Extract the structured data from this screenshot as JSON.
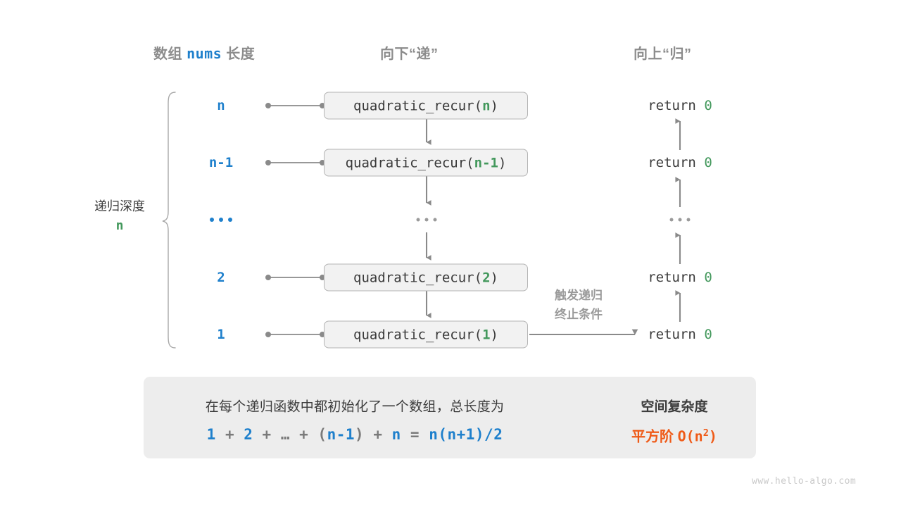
{
  "page": {
    "watermark": "www.hello-algo.com"
  },
  "headers": {
    "left_prefix": "数组 ",
    "left_code": "nums",
    "left_suffix": " 长度",
    "middle": "向下“递”",
    "right": "向上“归”"
  },
  "depth": {
    "title": "递归深度",
    "value": "n"
  },
  "rows": [
    {
      "length": "n",
      "fn_prefix": "quadratic_recur(",
      "fn_arg": "n",
      "fn_suffix": ")",
      "ret_prefix": "return ",
      "ret_value": "0"
    },
    {
      "length": "n-1",
      "fn_prefix": "quadratic_recur(",
      "fn_arg": "n-1",
      "fn_suffix": ")",
      "ret_prefix": "return ",
      "ret_value": "0"
    },
    {
      "length": "...",
      "fn_prefix": "...",
      "fn_arg": "",
      "fn_suffix": "",
      "ret_prefix": "...",
      "ret_value": ""
    },
    {
      "length": "2",
      "fn_prefix": "quadratic_recur(",
      "fn_arg": "2",
      "fn_suffix": ")",
      "ret_prefix": "return ",
      "ret_value": "0"
    },
    {
      "length": "1",
      "fn_prefix": "quadratic_recur(",
      "fn_arg": "1",
      "fn_suffix": ")",
      "ret_prefix": "return ",
      "ret_value": "0"
    }
  ],
  "trigger_note": {
    "line1": "触发递归",
    "line2": "终止条件"
  },
  "summary": {
    "line1": "在每个递归函数中都初始化了一个数组，总长度为",
    "formula": {
      "t1": "1",
      "op1": " + ",
      "t2": "2",
      "op2": " + ",
      "t3": "…",
      "op3": " + ",
      "paren_open": "(",
      "t4": "n-1",
      "paren_close": ")",
      "op4": " + ",
      "t5": "n",
      "eq": " = ",
      "result": "n(n+1)/2"
    },
    "complexity_title": "空间复杂度",
    "complexity_prefix": "平方阶 ",
    "complexity_big_o": "O(n",
    "complexity_exp": "2",
    "complexity_close": ")"
  },
  "colors": {
    "blue": "#1f80cc",
    "green": "#43985c",
    "orange": "#ef5a17",
    "gray": "#8c8c8c",
    "dark": "#3c3c3c",
    "box_fill": "#f2f2f2",
    "box_border": "#b4b4b4",
    "panel_fill": "#ededed"
  }
}
